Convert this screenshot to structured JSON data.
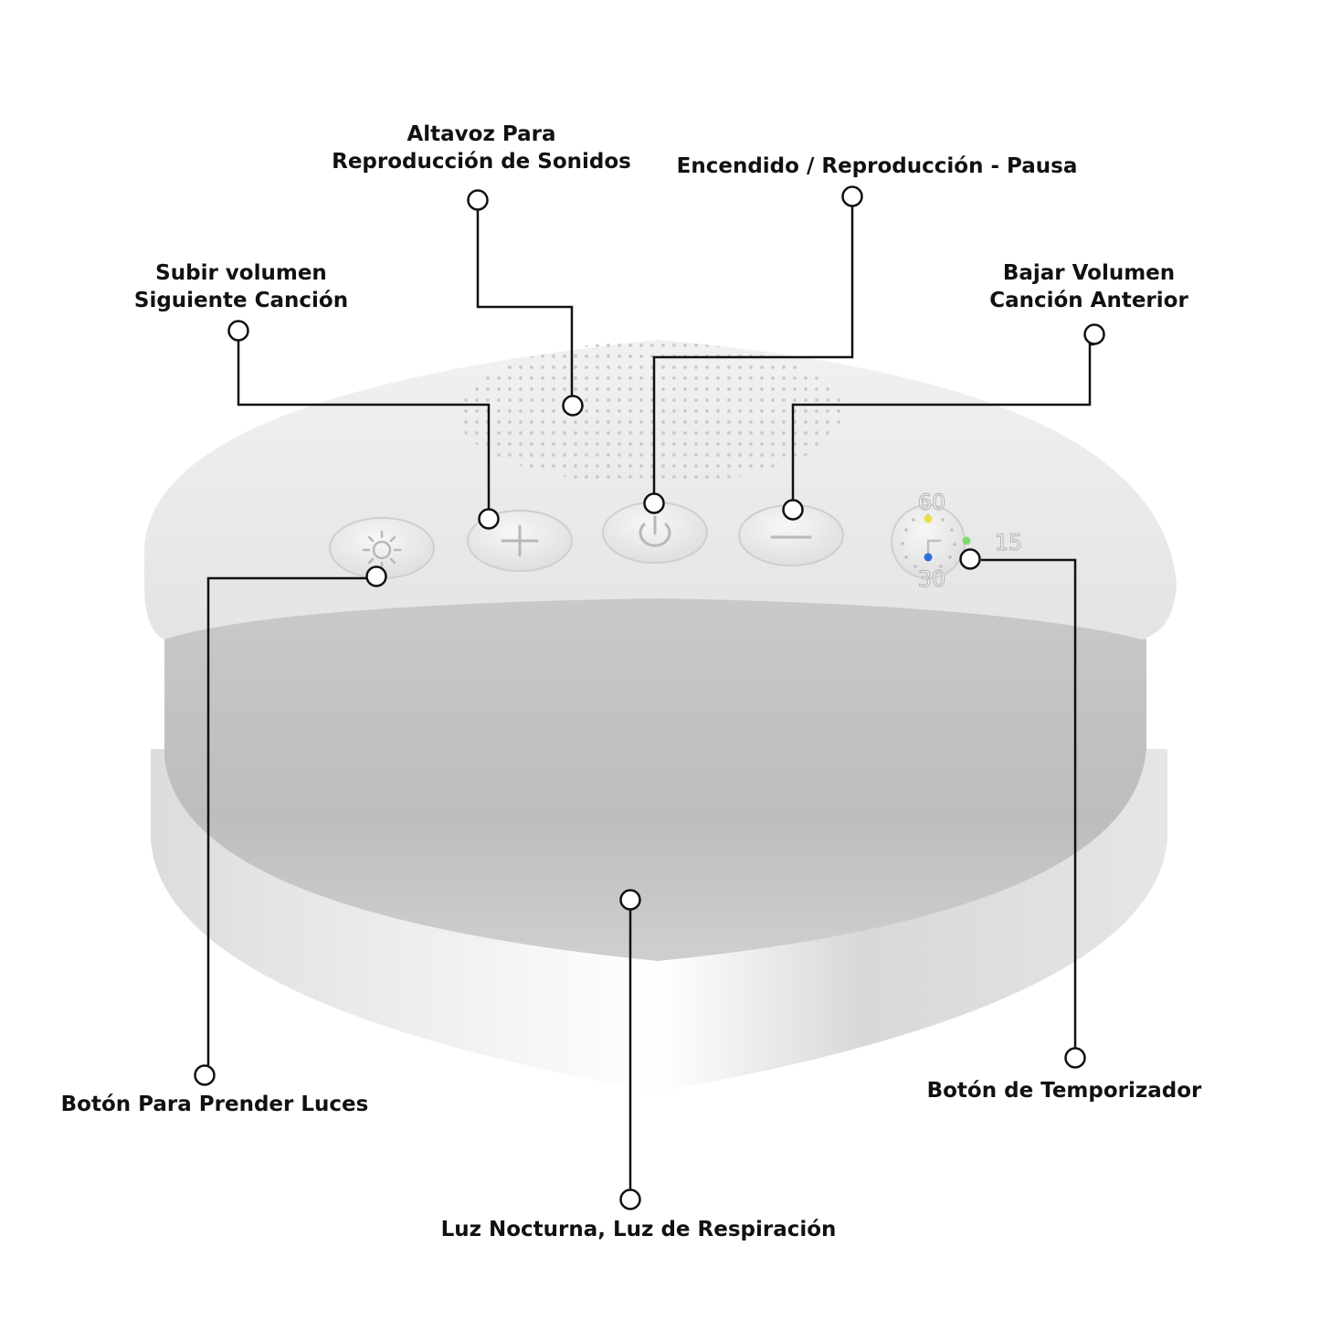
{
  "callouts": {
    "speaker": {
      "line1": "Altavoz Para",
      "line2": "Reproducción de Sonidos"
    },
    "power": {
      "line1": "Encendido / Reproducción - Pausa"
    },
    "volume_up": {
      "line1": "Subir volumen",
      "line2": "Siguiente Canción"
    },
    "volume_down": {
      "line1": "Bajar Volumen",
      "line2": "Canción Anterior"
    },
    "light_button": {
      "line1": "Botón Para Prender Luces"
    },
    "timer_button": {
      "line1": "Botón de Temporizador"
    },
    "night_light": {
      "line1": "Luz Nocturna, Luz de Respiración"
    }
  },
  "timer_dial": {
    "label_60": "60",
    "label_15": "15",
    "label_30": "30"
  },
  "colors": {
    "device_body": "#e9e9e9",
    "light_band": "#c4c4c4",
    "leader_line": "#111111",
    "timer_dot_yellow": "#e8e04a",
    "timer_dot_green": "#7fdc6a",
    "timer_dot_blue": "#2f6fd8"
  },
  "icons": {
    "light": "sun-icon",
    "plus": "plus-icon",
    "power": "power-icon",
    "minus": "minus-icon"
  }
}
